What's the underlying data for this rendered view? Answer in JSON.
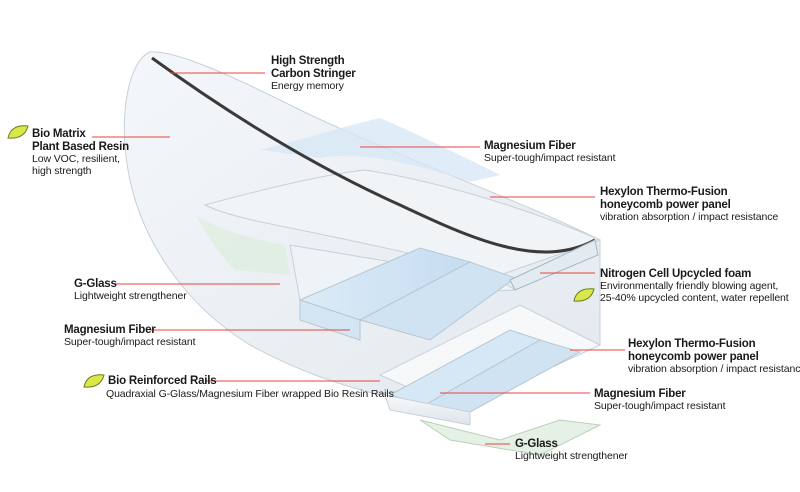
{
  "colors": {
    "leader_line": "#e8453c",
    "eco_leaf": "#d8e84a",
    "board_shadow": "#e6eaee",
    "fiber_tint": "#cfe4f5",
    "stringer": "#3a3a3a"
  },
  "icons": {
    "eco": "leaf-icon"
  },
  "callouts": {
    "stringer": {
      "title_1": "High Strength",
      "title_2": "Carbon Stringer",
      "sub": "Energy memory"
    },
    "bio_matrix": {
      "title_1": "Bio Matrix",
      "title_2": "Plant Based Resin",
      "sub_1": "Low VOC, resilient,",
      "sub_2": "high strength"
    },
    "mag_fiber_top": {
      "title": "Magnesium Fiber",
      "sub": "Super-tough/impact resistant"
    },
    "hexylon_top": {
      "title_1": "Hexylon Thermo-Fusion",
      "title_2": "honeycomb power panel",
      "sub": "vibration absorption / impact resistance"
    },
    "nitrogen": {
      "title": "Nitrogen Cell Upcycled foam",
      "sub_1": "Environmentally friendly blowing agent,",
      "sub_2": "25-40% upcycled content, water repellent"
    },
    "gglass_left": {
      "title": "G-Glass",
      "sub": "Lightweight strengthener"
    },
    "mag_fiber_left": {
      "title": "Magnesium Fiber",
      "sub": "Super-tough/impact resistant"
    },
    "hexylon_bottom": {
      "title_1": "Hexylon Thermo-Fusion",
      "title_2": "honeycomb power panel",
      "sub": "vibration absorption / impact resistance"
    },
    "bio_rails": {
      "title": "Bio Reinforced Rails",
      "sub": "Quadraxial G-Glass/Magnesium Fiber wrapped Bio Resin Rails"
    },
    "mag_fiber_bottom": {
      "title": "Magnesium Fiber",
      "sub": "Super-tough/impact resistant"
    },
    "gglass_bottom": {
      "title": "G-Glass",
      "sub": "Lightweight strengthener"
    }
  }
}
